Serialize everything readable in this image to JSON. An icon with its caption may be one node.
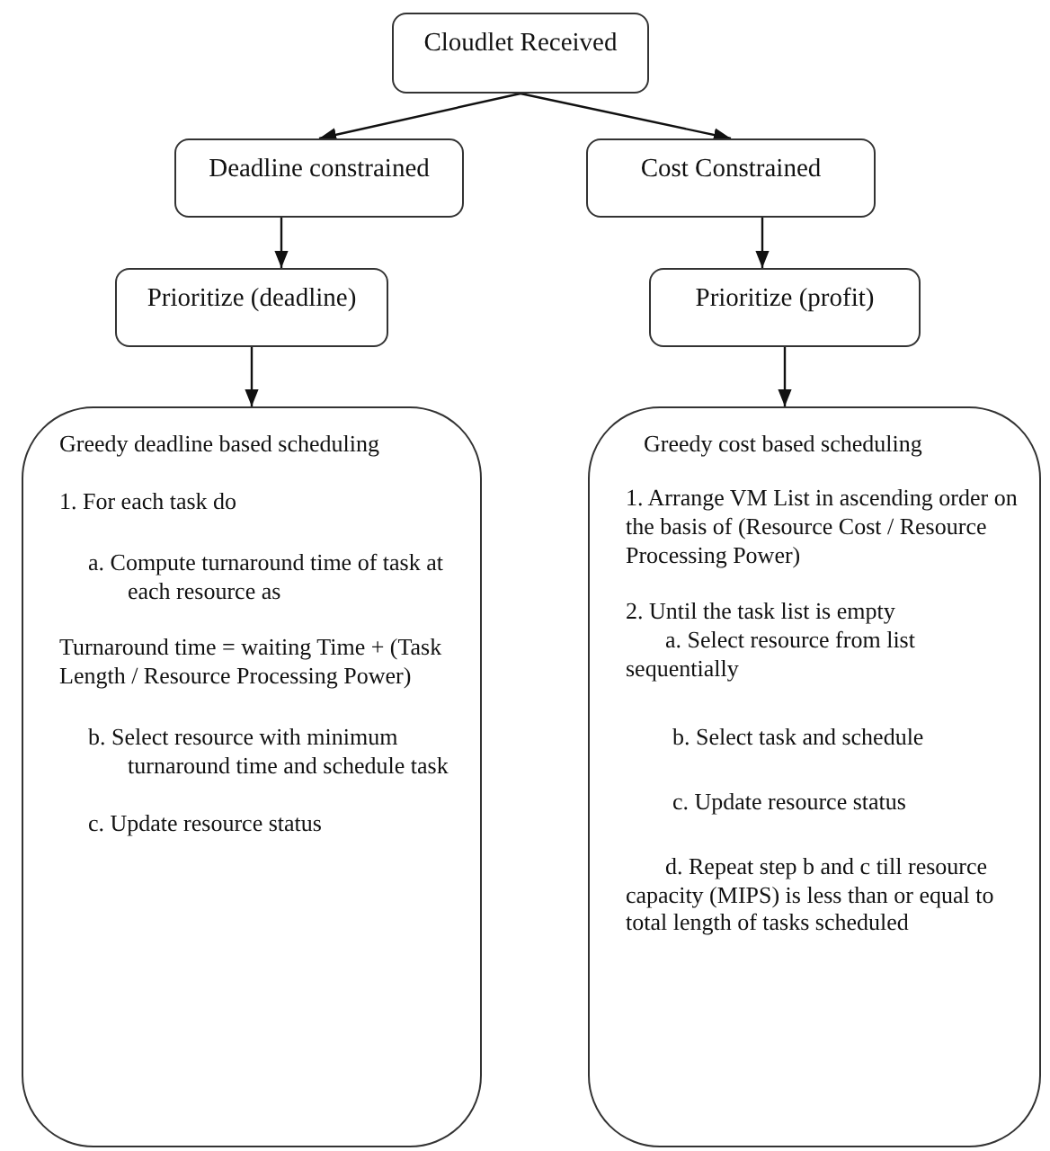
{
  "diagram": {
    "nodes": [
      {
        "text": [
          "Cloudlet Received"
        ]
      },
      {
        "text": [
          "Deadline constrained"
        ]
      },
      {
        "text": [
          "Cost Constrained"
        ]
      },
      {
        "text": [
          "Prioritize (deadline)"
        ]
      },
      {
        "text": [
          "Prioritize (profit)"
        ]
      },
      {
        "text": [
          "Greedy deadline based scheduling",
          "1. For each task do",
          "a. Compute turnaround time of task at each resource as",
          "Turnaround time = waiting Time + (Task Length / Resource Processing Power)",
          "b. Select resource with minimum turnaround time and schedule task",
          "c. Update resource status"
        ]
      },
      {
        "text": [
          "Greedy cost based scheduling",
          "1. Arrange VM List in ascending order on the basis of (Resource Cost / Resource Processing Power)",
          "2. Until the task list is empty",
          "a. Select resource from list sequentially",
          "b. Select task and schedule",
          "c. Update resource status",
          "d. Repeat step b and c till resource capacity (MIPS) is less than or equal to total length of tasks scheduled"
        ]
      }
    ],
    "edges": [
      {
        "from": 0,
        "to": 1,
        "arrow": "to"
      },
      {
        "from": 0,
        "to": 2,
        "arrow": "to"
      },
      {
        "from": 1,
        "to": 3,
        "arrow": "to"
      },
      {
        "from": 2,
        "to": 4,
        "arrow": "to"
      },
      {
        "from": 3,
        "to": 5,
        "arrow": "to"
      },
      {
        "from": 4,
        "to": 6,
        "arrow": "to"
      }
    ]
  }
}
